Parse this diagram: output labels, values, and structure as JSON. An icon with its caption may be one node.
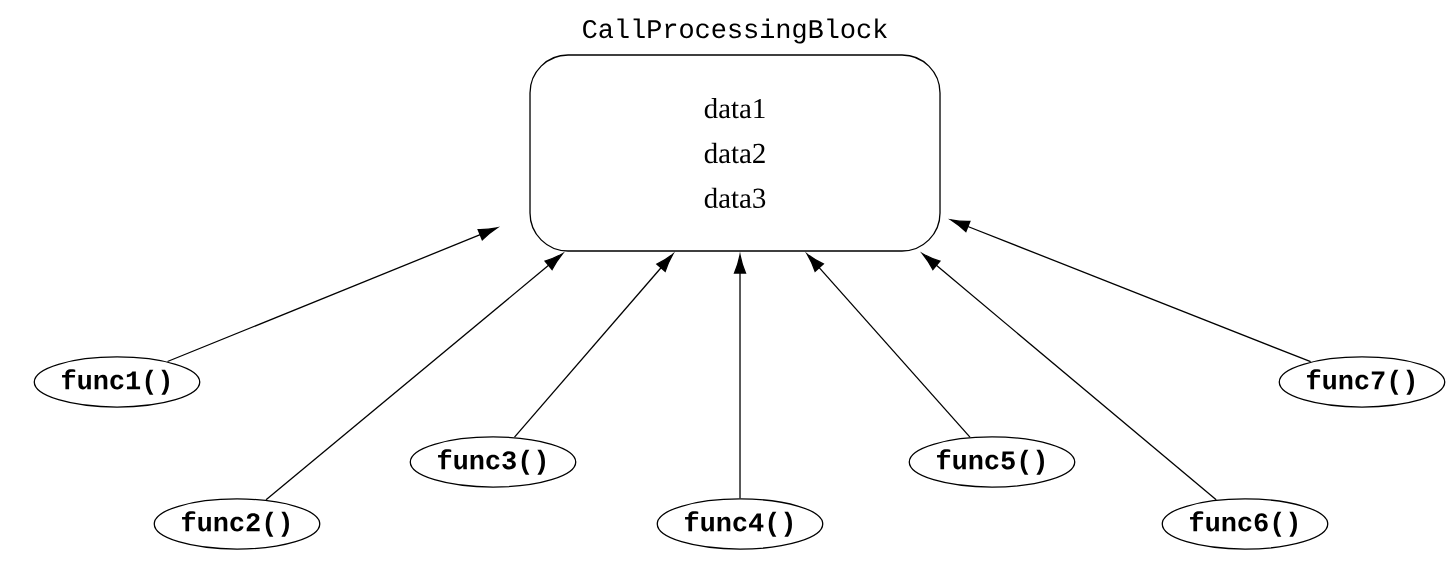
{
  "diagram": {
    "nodes": [
      {
        "text": [
          "CallProcessingBlock",
          "data1 data2 data3"
        ]
      },
      {
        "text": [
          "func1()"
        ]
      },
      {
        "text": [
          "func2()"
        ]
      },
      {
        "text": [
          "func3()"
        ]
      },
      {
        "text": [
          "func4()"
        ]
      },
      {
        "text": [
          "func5()"
        ]
      },
      {
        "text": [
          "func6()"
        ]
      },
      {
        "text": [
          "func7()"
        ]
      }
    ],
    "edges": [
      {
        "from": 1,
        "to": 0,
        "arrow": "to"
      },
      {
        "from": 2,
        "to": 0,
        "arrow": "to"
      },
      {
        "from": 3,
        "to": 0,
        "arrow": "to"
      },
      {
        "from": 4,
        "to": 0,
        "arrow": "to"
      },
      {
        "from": 5,
        "to": 0,
        "arrow": "to"
      },
      {
        "from": 6,
        "to": 0,
        "arrow": "to"
      },
      {
        "from": 7,
        "to": 0,
        "arrow": "to"
      }
    ]
  }
}
